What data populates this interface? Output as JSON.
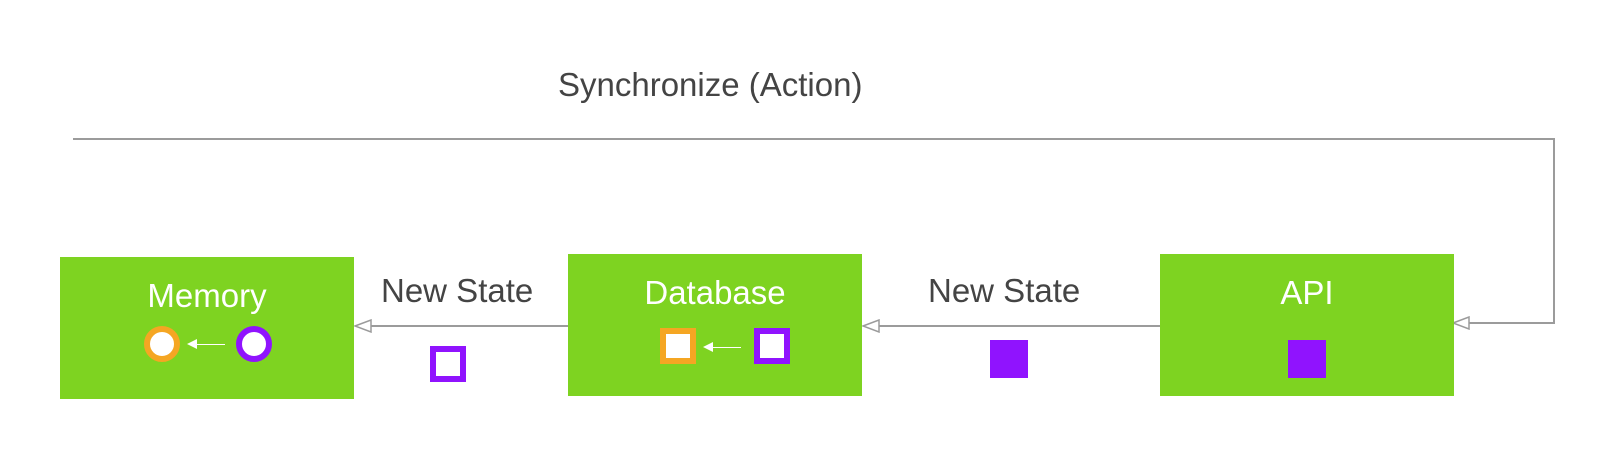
{
  "diagram": {
    "loop_label": "Synchronize (Action)",
    "nodes": {
      "memory": {
        "label": "Memory"
      },
      "database": {
        "label": "Database"
      },
      "api": {
        "label": "API"
      }
    },
    "edges": {
      "database_to_memory": {
        "label": "New State"
      },
      "api_to_database": {
        "label": "New State"
      }
    },
    "colors": {
      "node_fill": "#7ED321",
      "connector": "#9B9B9B",
      "accent_orange": "#F5A623",
      "accent_purple": "#9013FE",
      "text": "#444444"
    }
  }
}
